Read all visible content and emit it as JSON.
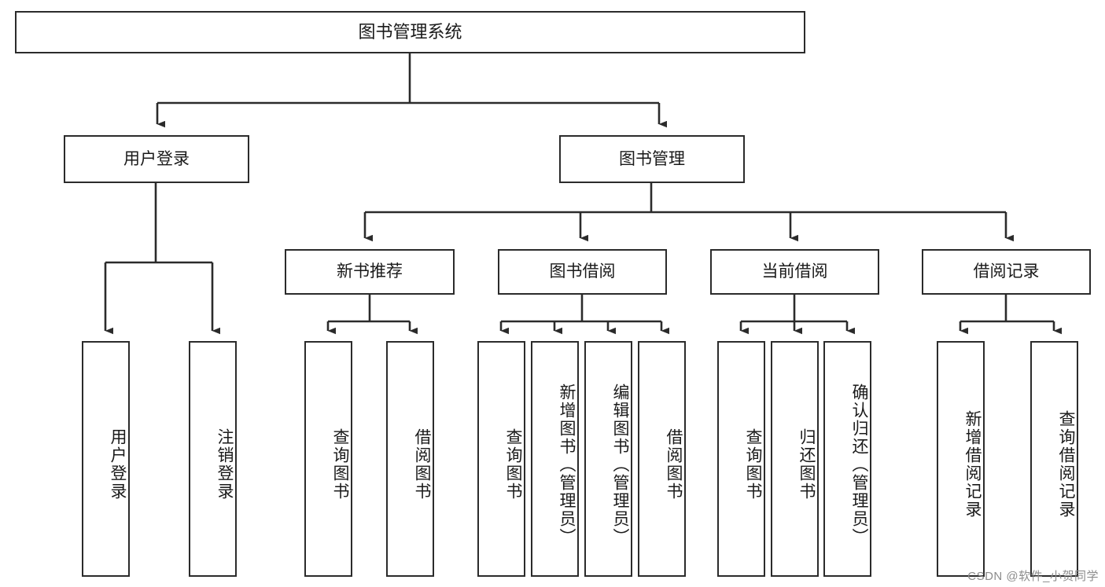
{
  "diagram": {
    "title": "图书管理系统",
    "type": "tree-hierarchy-chart",
    "root": {
      "label": "图书管理系统"
    },
    "level2": [
      {
        "label": "用户登录"
      },
      {
        "label": "图书管理"
      }
    ],
    "level3": [
      {
        "label": "新书推荐"
      },
      {
        "label": "图书借阅"
      },
      {
        "label": "当前借阅"
      },
      {
        "label": "借阅记录"
      }
    ],
    "leaves": {
      "user_login": [
        "用户登录",
        "注销登录"
      ],
      "new_book": [
        "查询图书",
        "借阅图书"
      ],
      "borrow_book": [
        "查询图书",
        "新增图书（管理员）",
        "编辑图书（管理员）",
        "借阅图书"
      ],
      "current_borrow": [
        "查询图书",
        "归还图书",
        "确认归还（管理员）"
      ],
      "borrow_record": [
        "新增借阅记录",
        "查询借阅记录"
      ]
    }
  },
  "watermark": {
    "text": "CSDN @软件_小贺同学"
  },
  "colors": {
    "stroke": "#2b2b2b",
    "fill": "#ffffff",
    "text": "#1a1a1a",
    "watermark": "#8c8c8c"
  }
}
